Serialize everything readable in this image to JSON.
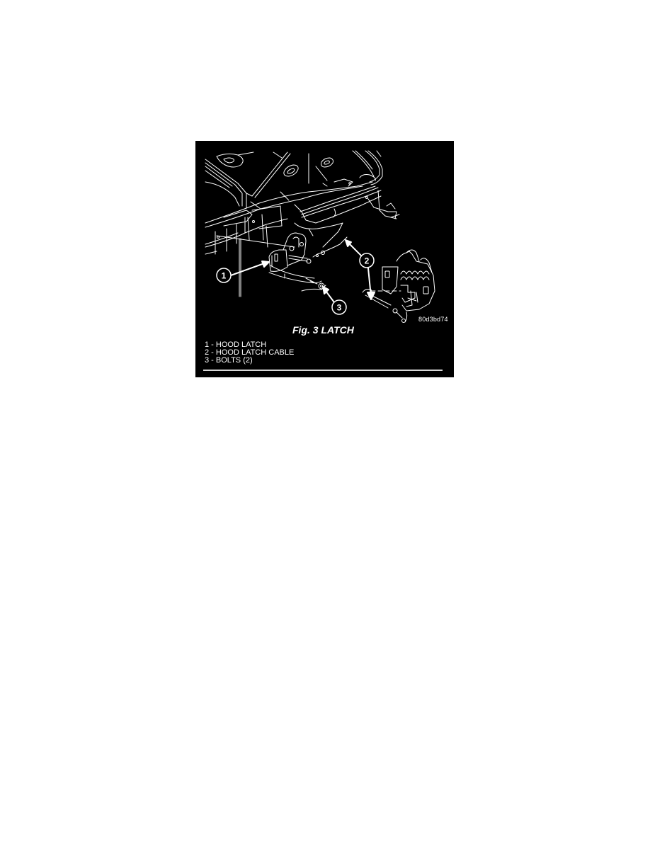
{
  "figure": {
    "title": "Fig. 3 LATCH",
    "part_code": "80d3bd74",
    "callouts": [
      {
        "number": "1",
        "label": "HOOD LATCH"
      },
      {
        "number": "2",
        "label": "HOOD LATCH CABLE"
      },
      {
        "number": "3",
        "label": "BOLTS (2)"
      }
    ],
    "legend": [
      "1 - HOOD LATCH",
      "2 - HOOD LATCH CABLE",
      "3 - BOLTS (2)"
    ],
    "colors": {
      "background": "#000000",
      "linework": "#ffffff",
      "page": "#ffffff"
    }
  }
}
